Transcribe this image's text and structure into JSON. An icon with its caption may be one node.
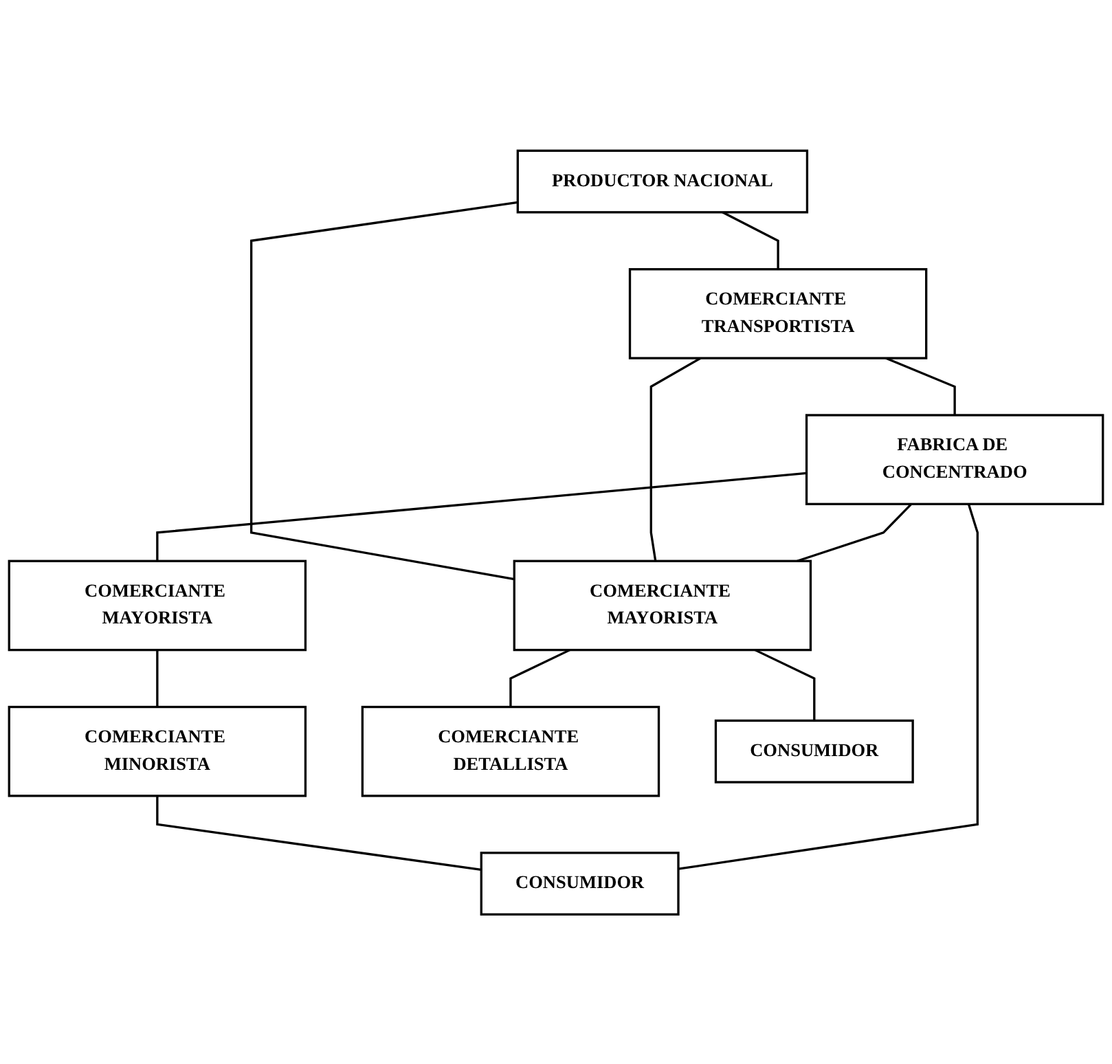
{
  "diagram": {
    "nodes": [
      {
        "text": [
          "PRODUCTOR NACIONAL"
        ]
      },
      {
        "text": [
          "COMERCIANTE TRANSPORTISTA"
        ]
      },
      {
        "text": [
          "FABRICA DE CONCENTRADO"
        ]
      },
      {
        "text": [
          "COMERCIANTE MAYORISTA"
        ]
      },
      {
        "text": [
          "COMERCIANTE MAYORISTA"
        ]
      },
      {
        "text": [
          "COMERCIANTE MINORISTA"
        ]
      },
      {
        "text": [
          "COMERCIANTE DETALLISTA"
        ]
      },
      {
        "text": [
          "CONSUMIDOR"
        ]
      },
      {
        "text": [
          "CONSUMIDOR"
        ]
      }
    ],
    "edges": [
      {
        "from": 0,
        "to": 1,
        "arrow": "none"
      },
      {
        "from": 1,
        "to": 2,
        "arrow": "none"
      },
      {
        "from": 0,
        "to": 3,
        "arrow": "none"
      },
      {
        "from": 1,
        "to": 3,
        "arrow": "none"
      },
      {
        "from": 2,
        "to": 3,
        "arrow": "none"
      },
      {
        "from": 2,
        "to": 4,
        "arrow": "none"
      },
      {
        "from": 4,
        "to": 5,
        "arrow": "none"
      },
      {
        "from": 5,
        "to": 8,
        "arrow": "none"
      },
      {
        "from": 2,
        "to": 8,
        "arrow": "none"
      },
      {
        "from": 3,
        "to": 6,
        "arrow": "none"
      },
      {
        "from": 3,
        "to": 7,
        "arrow": "none"
      }
    ]
  }
}
